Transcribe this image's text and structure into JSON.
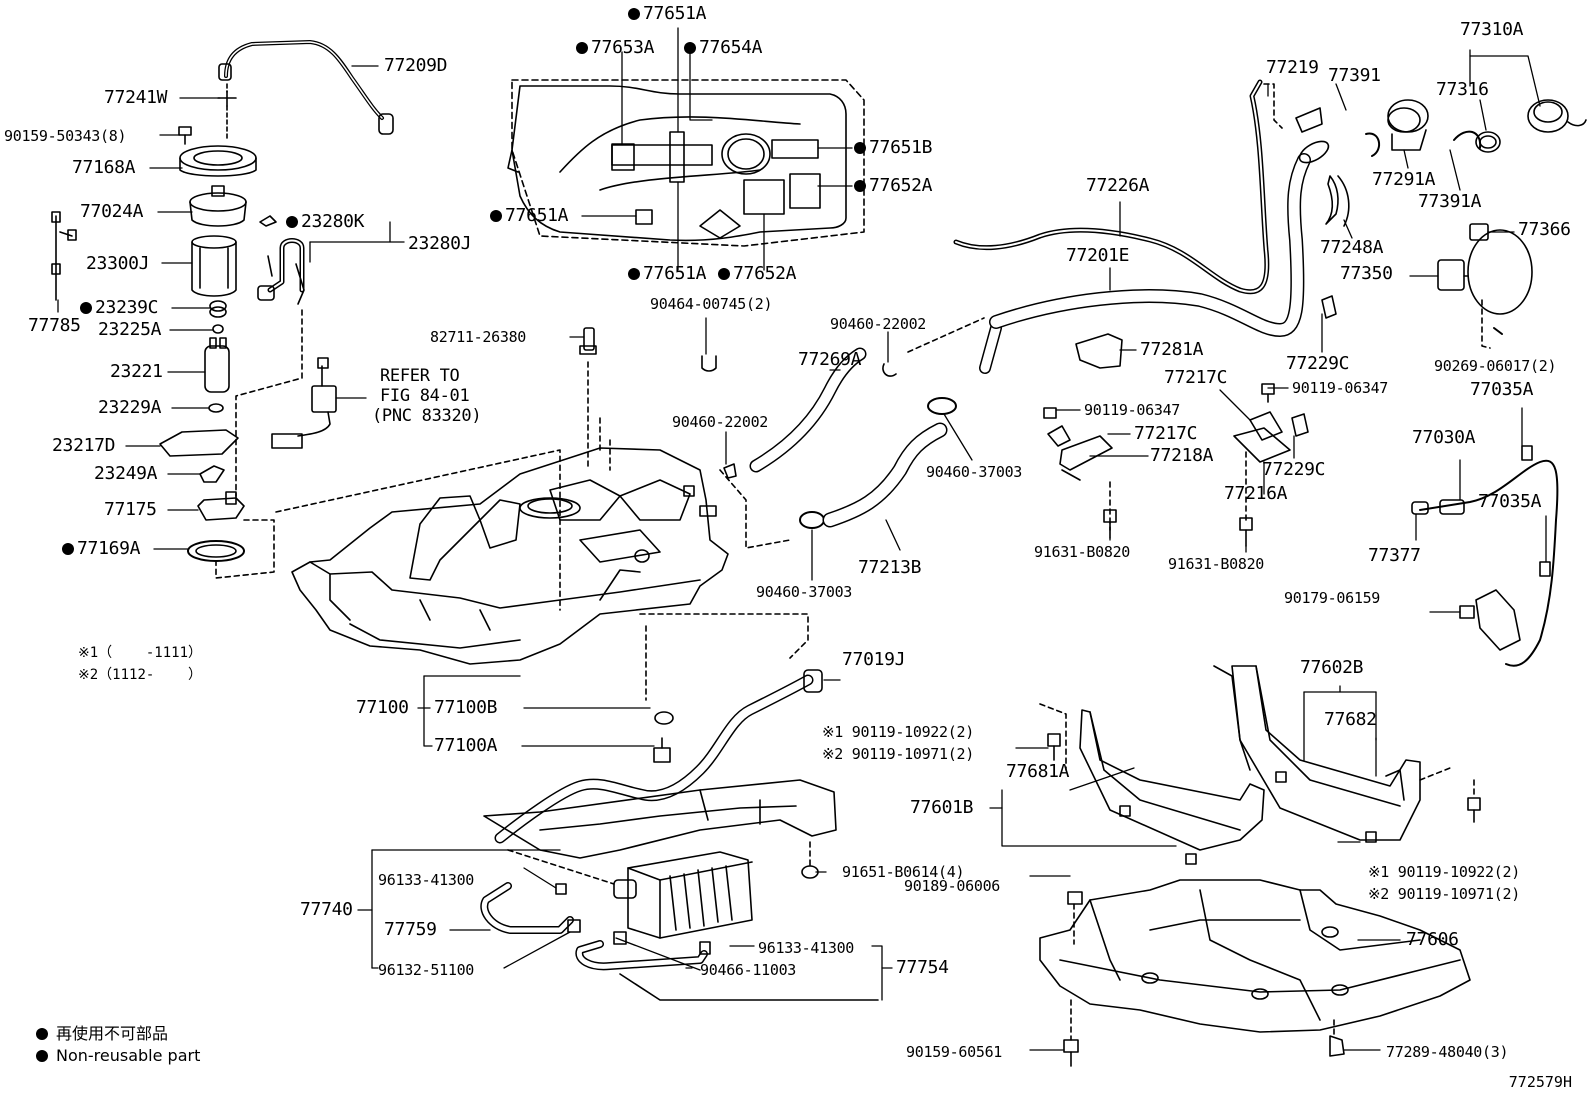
{
  "diagram": {
    "figure_code": "772579H",
    "legend": {
      "jp": "再使用不可部品",
      "en": "Non-reusable part"
    },
    "notes": {
      "n1": "※1（    -1111）",
      "n2": "※2（1112-    ）"
    },
    "refer": {
      "l1": "REFER TO",
      "l2": "FIG 84-01",
      "l3": "(PNC 83320)"
    },
    "labels": {
      "p77209D": "77209D",
      "p77241W": "77241W",
      "p90159_50343": "90159-50343(8)",
      "p77168A": "77168A",
      "p77024A": "77024A",
      "p23280K": "23280K",
      "p23280J": "23280J",
      "p23300J": "23300J",
      "p23239C": "23239C",
      "p77785": "77785",
      "p23225A": "23225A",
      "p23221": "23221",
      "p23229A": "23229A",
      "p23217D": "23217D",
      "p23249A": "23249A",
      "p77175": "77175",
      "p77169A": "77169A",
      "p77651A_top": "77651A",
      "p77653A": "77653A",
      "p77654A": "77654A",
      "p77651B": "77651B",
      "p77652A_r": "77652A",
      "p77651A_l": "77651A",
      "p77651A_b": "77651A",
      "p77652A_b": "77652A",
      "p90464_00745": "90464-00745(2)",
      "p82711_26380": "82711-26380",
      "p90460_22002_a": "90460-22002",
      "p77269A": "77269A",
      "p90460_22002_b": "90460-22002",
      "p90460_37003_a": "90460-37003",
      "p90460_37003_b": "90460-37003",
      "p77213B": "77213B",
      "p77226A": "77226A",
      "p77201E": "77201E",
      "p77219": "77219",
      "p77391": "77391",
      "p77310A": "77310A",
      "p77316": "77316",
      "p77291A": "77291A",
      "p77391A": "77391A",
      "p77366": "77366",
      "p77248A": "77248A",
      "p77350": "77350",
      "p77281A": "77281A",
      "p77229C_a": "77229C",
      "p77217C_a": "77217C",
      "p90119_06347_a": "90119-06347",
      "p90269_06017": "90269-06017(2)",
      "p90119_06347_b": "90119-06347",
      "p77217C_b": "77217C",
      "p77218A": "77218A",
      "p77229C_b": "77229C",
      "p77216A": "77216A",
      "p77035A_a": "77035A",
      "p77030A": "77030A",
      "p77035A_b": "77035A",
      "p77377": "77377",
      "p91631_B0820_a": "91631-B0820",
      "p91631_B0820_b": "91631-B0820",
      "p90179_06159": "90179-06159",
      "p77019J": "77019J",
      "p77100": "77100",
      "p77100B": "77100B",
      "p77100A": "77100A",
      "p77602B": "77602B",
      "p77682": "77682",
      "p90119_10922_l": "※1 90119-10922(2)",
      "p90119_10971_l": "※2 90119-10971(2)",
      "p77681A": "77681A",
      "p77601B": "77601B",
      "p91651_B0614": "91651-B0614(4)",
      "p90119_10922_r": "※1 90119-10922(2)",
      "p90119_10971_r": "※2 90119-10971(2)",
      "p90189_06006": "90189-06006",
      "p77606": "77606",
      "p96133_41300_a": "96133-41300",
      "p77740": "77740",
      "p77759": "77759",
      "p96133_41300_b": "96133-41300",
      "p90466_11003": "90466-11003",
      "p77754": "77754",
      "p96132_51100": "96132-51100",
      "p90159_60561": "90159-60561",
      "p77289_48040": "77289-48040(3)"
    }
  }
}
